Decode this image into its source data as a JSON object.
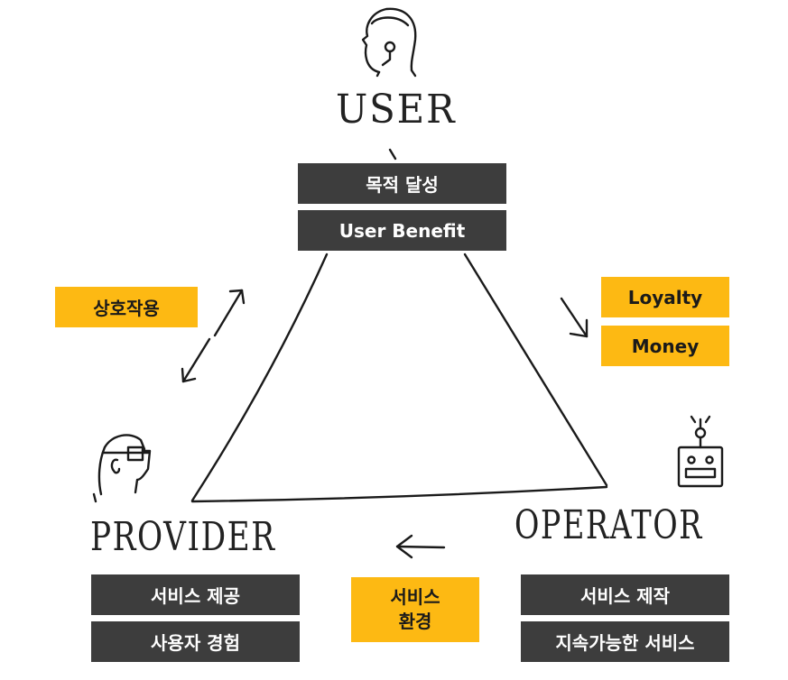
{
  "user": {
    "role_label": "USER",
    "boxes": [
      "목적 달성",
      "User Benefit"
    ]
  },
  "provider": {
    "role_label": "PROVIDER",
    "boxes": [
      "서비스 제공",
      "사용자 경험"
    ]
  },
  "operator": {
    "role_label": "OPERATOR",
    "boxes": [
      "서비스 제작",
      "지속가능한 서비스"
    ]
  },
  "flows": {
    "provider_user": "상호작용",
    "user_operator": [
      "Loyalty",
      "Money"
    ],
    "operator_provider": "서비스\n환경"
  },
  "colors": {
    "dark_box": "#3d3d3d",
    "accent_box": "#fdb913",
    "ink": "#1a1a1a"
  },
  "icons": {
    "user": "user-head-headset-icon",
    "provider": "provider-head-glasses-icon",
    "operator": "robot-icon"
  }
}
